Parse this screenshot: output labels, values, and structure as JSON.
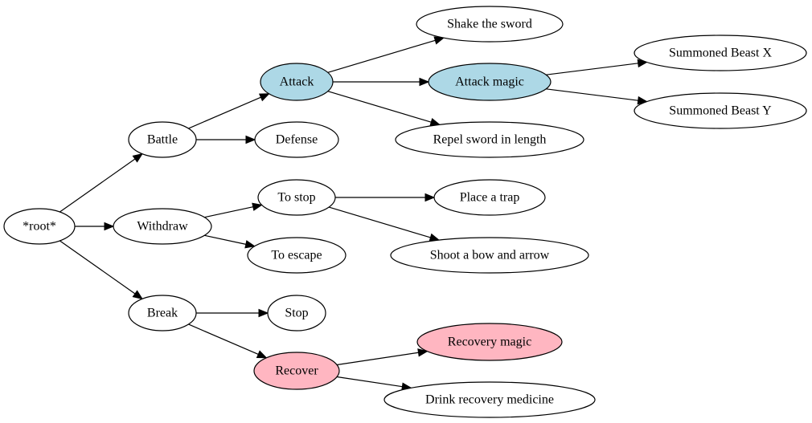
{
  "diagram": {
    "type": "directed-tree",
    "colors": {
      "default_fill": "#ffffff",
      "highlight_blue": "#add8e6",
      "highlight_pink": "#ffb6c1",
      "stroke": "#000000"
    },
    "nodes": [
      {
        "id": "root",
        "label": "*root*",
        "fill": "#ffffff"
      },
      {
        "id": "battle",
        "label": "Battle",
        "fill": "#ffffff"
      },
      {
        "id": "withdraw",
        "label": "Withdraw",
        "fill": "#ffffff"
      },
      {
        "id": "break",
        "label": "Break",
        "fill": "#ffffff"
      },
      {
        "id": "attack",
        "label": "Attack",
        "fill": "#add8e6"
      },
      {
        "id": "defense",
        "label": "Defense",
        "fill": "#ffffff"
      },
      {
        "id": "to_stop",
        "label": "To stop",
        "fill": "#ffffff"
      },
      {
        "id": "to_escape",
        "label": "To escape",
        "fill": "#ffffff"
      },
      {
        "id": "stop",
        "label": "Stop",
        "fill": "#ffffff"
      },
      {
        "id": "recover",
        "label": "Recover",
        "fill": "#ffb6c1"
      },
      {
        "id": "shake_sword",
        "label": "Shake the sword",
        "fill": "#ffffff"
      },
      {
        "id": "attack_magic",
        "label": "Attack magic",
        "fill": "#add8e6"
      },
      {
        "id": "repel_sword",
        "label": "Repel sword in length",
        "fill": "#ffffff"
      },
      {
        "id": "place_trap",
        "label": "Place a trap",
        "fill": "#ffffff"
      },
      {
        "id": "shoot_bow",
        "label": "Shoot a bow and arrow",
        "fill": "#ffffff"
      },
      {
        "id": "recovery_magic",
        "label": "Recovery magic",
        "fill": "#ffb6c1"
      },
      {
        "id": "drink_medicine",
        "label": "Drink recovery medicine",
        "fill": "#ffffff"
      },
      {
        "id": "beast_x",
        "label": "Summoned Beast X",
        "fill": "#ffffff"
      },
      {
        "id": "beast_y",
        "label": "Summoned Beast Y",
        "fill": "#ffffff"
      }
    ],
    "edges": [
      {
        "from": "root",
        "to": "battle"
      },
      {
        "from": "root",
        "to": "withdraw"
      },
      {
        "from": "root",
        "to": "break"
      },
      {
        "from": "battle",
        "to": "attack"
      },
      {
        "from": "battle",
        "to": "defense"
      },
      {
        "from": "withdraw",
        "to": "to_stop"
      },
      {
        "from": "withdraw",
        "to": "to_escape"
      },
      {
        "from": "break",
        "to": "stop"
      },
      {
        "from": "break",
        "to": "recover"
      },
      {
        "from": "attack",
        "to": "shake_sword"
      },
      {
        "from": "attack",
        "to": "attack_magic"
      },
      {
        "from": "attack",
        "to": "repel_sword"
      },
      {
        "from": "to_stop",
        "to": "place_trap"
      },
      {
        "from": "to_stop",
        "to": "shoot_bow"
      },
      {
        "from": "recover",
        "to": "recovery_magic"
      },
      {
        "from": "recover",
        "to": "drink_medicine"
      },
      {
        "from": "attack_magic",
        "to": "beast_x"
      },
      {
        "from": "attack_magic",
        "to": "beast_y"
      }
    ]
  }
}
